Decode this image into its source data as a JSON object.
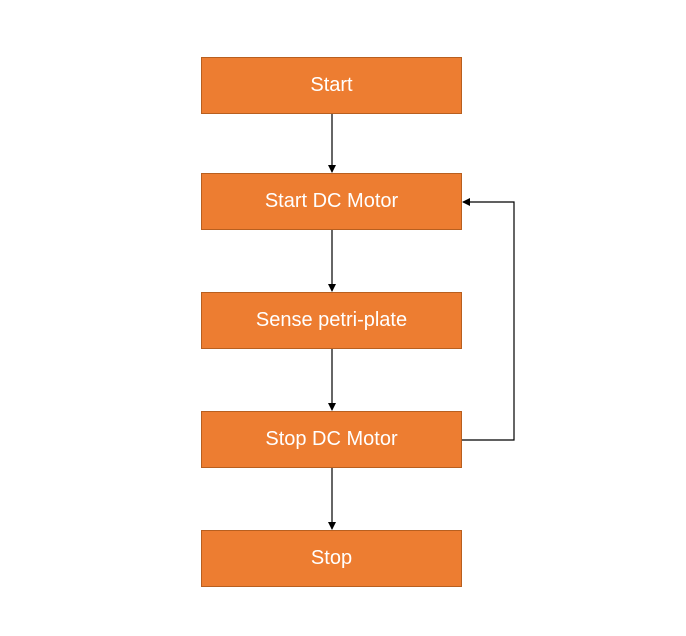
{
  "flowchart": {
    "node_fill": "#ED7D31",
    "node_text_color": "#FFFFFF",
    "edge_color": "#000000",
    "nodes": [
      {
        "id": "start",
        "label": "Start"
      },
      {
        "id": "start-dc-motor",
        "label": "Start DC Motor"
      },
      {
        "id": "sense-petri-plate",
        "label": "Sense petri-plate"
      },
      {
        "id": "stop-dc-motor",
        "label": "Stop DC Motor"
      },
      {
        "id": "stop",
        "label": "Stop"
      }
    ],
    "edges": [
      {
        "from": "start",
        "to": "start-dc-motor"
      },
      {
        "from": "start-dc-motor",
        "to": "sense-petri-plate"
      },
      {
        "from": "sense-petri-plate",
        "to": "stop-dc-motor"
      },
      {
        "from": "stop-dc-motor",
        "to": "stop"
      },
      {
        "from": "stop-dc-motor",
        "to": "start-dc-motor",
        "route": "loop-back-right"
      }
    ]
  }
}
